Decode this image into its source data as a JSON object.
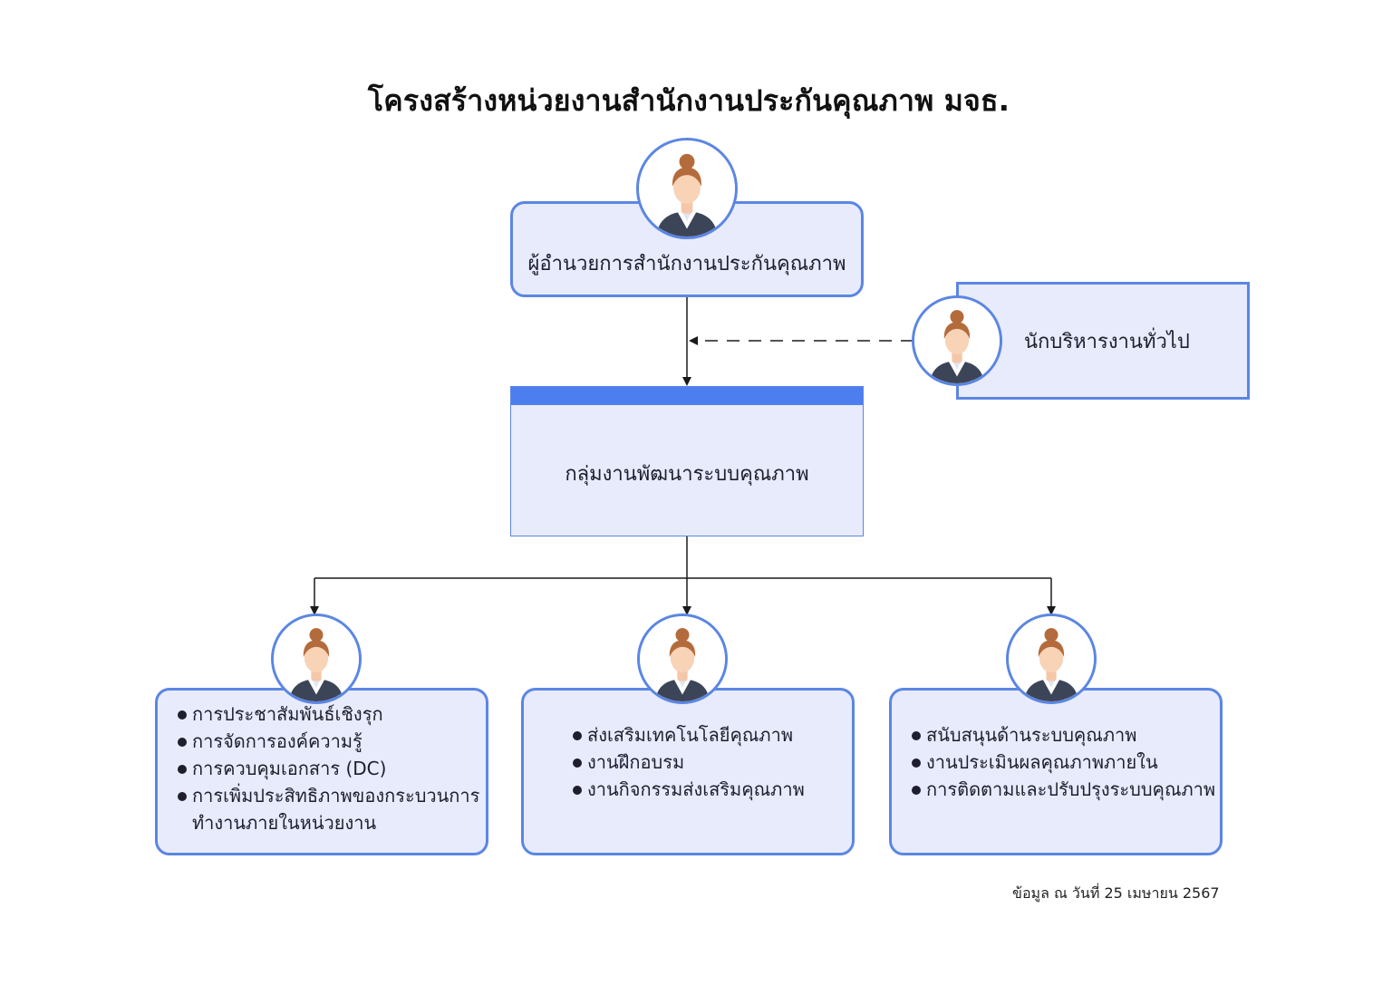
{
  "title": "โครงสร้างหน่วยงานสำนักงานประกันคุณภาพ มจธ.",
  "director": {
    "label": "ผู้อำนวยการสำนักงานประกันคุณภาพ"
  },
  "admin": {
    "label": "นักบริหารงานทั่วไป"
  },
  "group": {
    "label": "กลุ่มงานพัฒนาระบบคุณภาพ"
  },
  "units": [
    {
      "items": [
        "การประชาสัมพันธ์เชิงรุก",
        "การจัดการองค์ความรู้",
        "การควบคุมเอกสาร (DC)",
        "การเพิ่มประสิทธิภาพของกระบวนการทำงานภายในหน่วยงาน"
      ]
    },
    {
      "items": [
        "ส่งเสริมเทคโนโลยีคุณภาพ",
        "งานฝึกอบรม",
        "งานกิจกรรมส่งเสริมคุณภาพ"
      ]
    },
    {
      "items": [
        "สนับสนุนด้านระบบคุณภาพ",
        "งานประเมินผลคุณภาพภายใน",
        "การติดตามและปรับปรุงระบบคุณภาพ"
      ]
    }
  ],
  "footnote": "ข้อมูล ณ วันที่ 25 เมษายน 2567",
  "colors": {
    "box_fill": "#e7ebfb",
    "box_border": "#5b86e3",
    "header_bar": "#4d7ef0",
    "connector": "#1a1a1a"
  },
  "icons": {
    "person": "person-avatar-icon"
  }
}
